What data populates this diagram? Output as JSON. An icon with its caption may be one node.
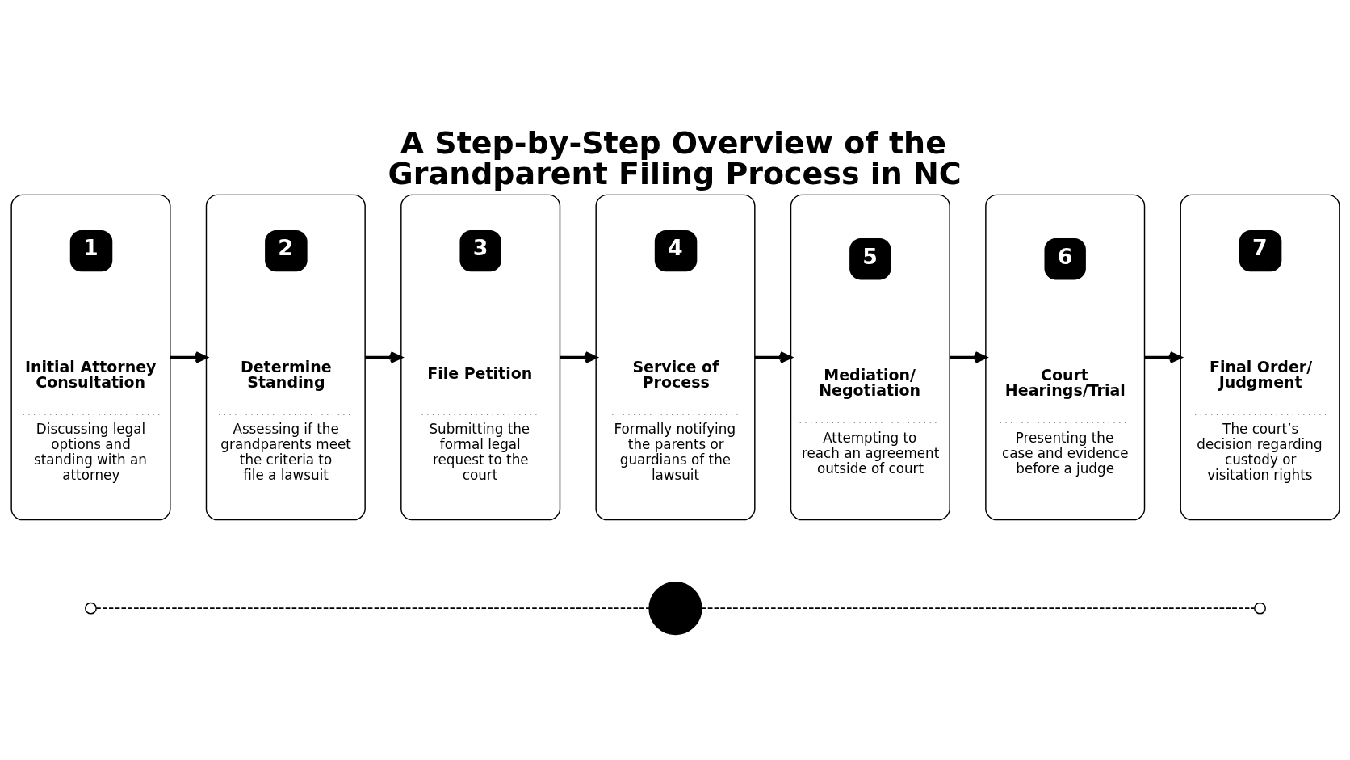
{
  "diagram": {
    "title": "A Step-by-Step Overview of the Grandparent Filing Process in NC",
    "nodes": [
      {
        "text": [
          "1",
          "Initial Attorney Consultation",
          "Discussing legal options and standing with an attorney"
        ]
      },
      {
        "text": [
          "2",
          "Determine Standing",
          "Assessing if the grandparents meet the criteria to file a lawsuit"
        ]
      },
      {
        "text": [
          "3",
          "File Petition",
          "Submitting the formal legal request to the court"
        ]
      },
      {
        "text": [
          "4",
          "Service of Process",
          "Formally notifying the parents or guardians of the lawsuit"
        ]
      },
      {
        "text": [
          "5",
          "Mediation/ Negotiation",
          "Attempting to reach an agreement outside of court"
        ]
      },
      {
        "text": [
          "6",
          "Court Hearings/Trial",
          "Presenting the case and evidence before a judge"
        ]
      },
      {
        "text": [
          "7",
          "Final Order/ Judgment",
          "The court’s decision regarding custody or visitation rights"
        ]
      },
      {
        "text": [],
        "shape": "circle"
      },
      {
        "text": [],
        "shape": "circle"
      },
      {
        "text": [],
        "shape": "circle"
      }
    ],
    "edges": [
      {
        "from": 0,
        "to": 1,
        "arrow": "to"
      },
      {
        "from": 1,
        "to": 2,
        "arrow": "to"
      },
      {
        "from": 2,
        "to": 3,
        "arrow": "to"
      },
      {
        "from": 3,
        "to": 4,
        "arrow": "to"
      },
      {
        "from": 4,
        "to": 5,
        "arrow": "to"
      },
      {
        "from": 5,
        "to": 6,
        "arrow": "to"
      },
      {
        "from": 7,
        "to": 8,
        "arrow": "none",
        "style": "dashed"
      },
      {
        "from": 8,
        "to": 9,
        "arrow": "none",
        "style": "dashed"
      }
    ]
  }
}
